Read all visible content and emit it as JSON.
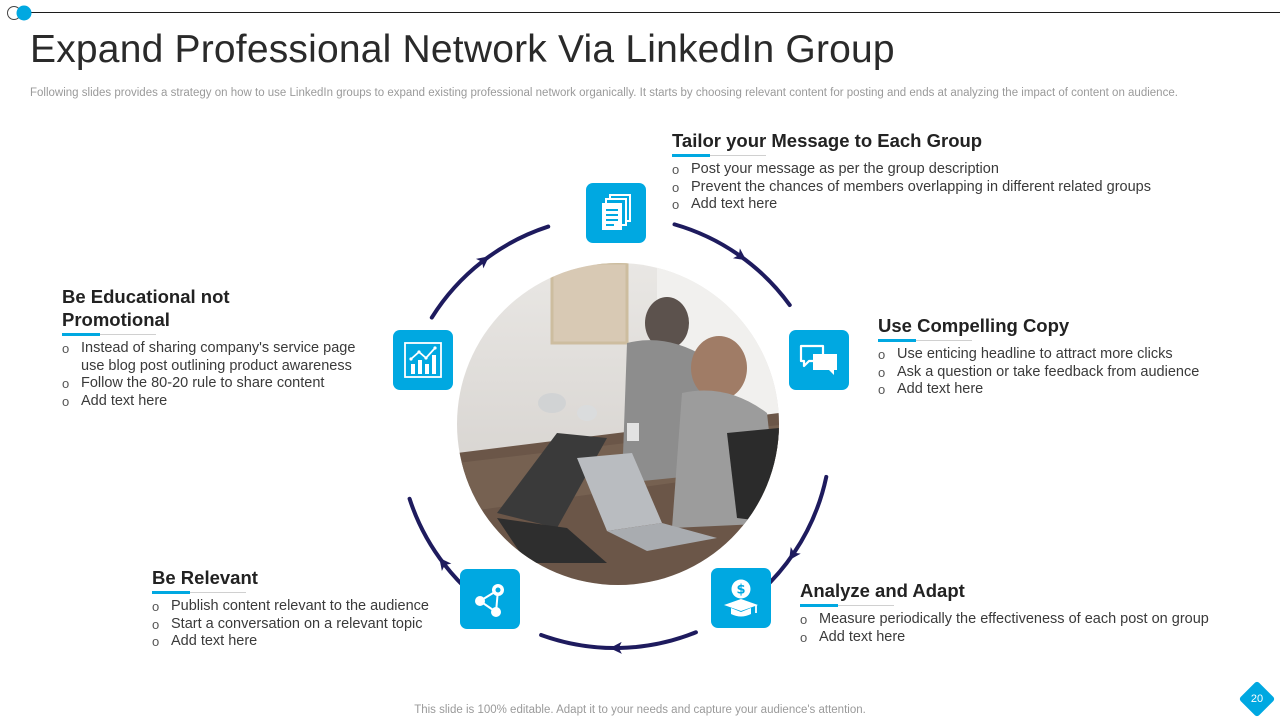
{
  "slide": {
    "title": "Expand Professional Network Via LinkedIn Group",
    "subtitle": "Following slides provides a strategy on how to use LinkedIn groups to expand existing professional network organically. It starts by choosing relevant content for posting and ends at analyzing the impact of content on audience.",
    "footer": "This slide is 100% editable. Adapt it to your needs and capture your audience's attention.",
    "page_number": "20"
  },
  "colors": {
    "accent": "#00a8e1",
    "ring": "#1e1b5e",
    "title": "#2a2a2a"
  },
  "steps": {
    "tailor": {
      "title": "Tailor your Message to Each Group",
      "icon": "documents-icon",
      "bullets": [
        "Post your message as per the group description",
        "Prevent the chances of members overlapping in different related groups",
        "Add text here"
      ]
    },
    "compelling": {
      "title": "Use Compelling Copy",
      "icon": "chat-bubbles-icon",
      "bullets": [
        "Use enticing headline to attract more clicks",
        "Ask a question or take feedback from audience",
        "Add text here"
      ]
    },
    "analyze": {
      "title": "Analyze and Adapt",
      "icon": "dollar-graduation-icon",
      "bullets": [
        "Measure periodically the effectiveness of each post on group",
        "Add text here"
      ]
    },
    "relevant": {
      "title": "Be Relevant",
      "icon": "network-nodes-icon",
      "bullets": [
        "Publish content relevant to the audience",
        "Start a conversation on a relevant topic",
        "Add text here"
      ]
    },
    "educational": {
      "title_line1": "Be Educational not",
      "title_line2": "Promotional",
      "icon": "bar-chart-icon",
      "bullets": [
        "Instead of sharing company's service page use blog post outlining product awareness",
        "Follow the 80-20 rule to share content",
        "Add text here"
      ]
    }
  }
}
